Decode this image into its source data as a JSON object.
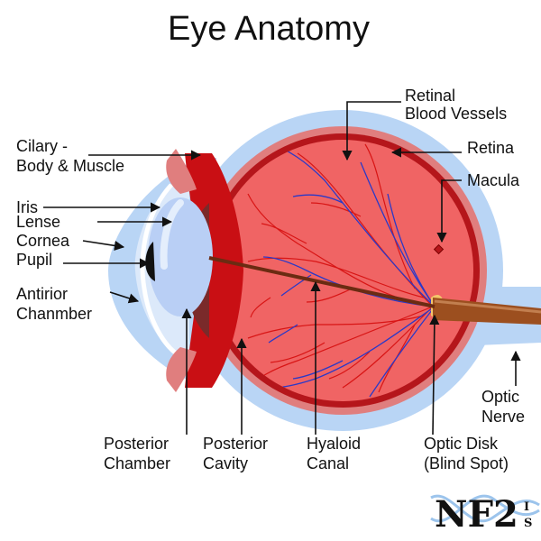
{
  "title": "Eye Anatomy",
  "labels": {
    "ciliary": [
      "Cilary -",
      "Body & Muscle"
    ],
    "iris": [
      "Iris"
    ],
    "lense": [
      "Lense"
    ],
    "cornea": [
      "Cornea"
    ],
    "pupil": [
      "Pupil"
    ],
    "anterior_chamber": [
      "Antirior",
      "Chanmber"
    ],
    "retinal_vessels": [
      "Retinal",
      "Blood Vessels"
    ],
    "retina": [
      "Retina"
    ],
    "macula": [
      "Macula"
    ],
    "optic_nerve": [
      "Optic",
      "Nerve"
    ],
    "posterior_chamber": [
      "Posterior",
      "Chamber"
    ],
    "posterior_cavity": [
      "Posterior",
      "Cavity"
    ],
    "hyaloid_canal": [
      "Hyaloid",
      "Canal"
    ],
    "optic_disk": [
      "Optic Disk",
      "(Blind Spot)"
    ]
  },
  "logo": {
    "main": "NF2",
    "small": [
      "I",
      "S"
    ]
  },
  "colors": {
    "sclera": "#b9d5f5",
    "choroid": "#e07e7e",
    "retina_band": "#b5161b",
    "vitreous": "#f06464",
    "ciliary_body": "#c90f14",
    "iris": "#7a2a2a",
    "lens": "#b9cff5",
    "optic_nerve": "#9c4f1f",
    "vessels": "#2a39c8",
    "capillaries": "#d81515"
  }
}
